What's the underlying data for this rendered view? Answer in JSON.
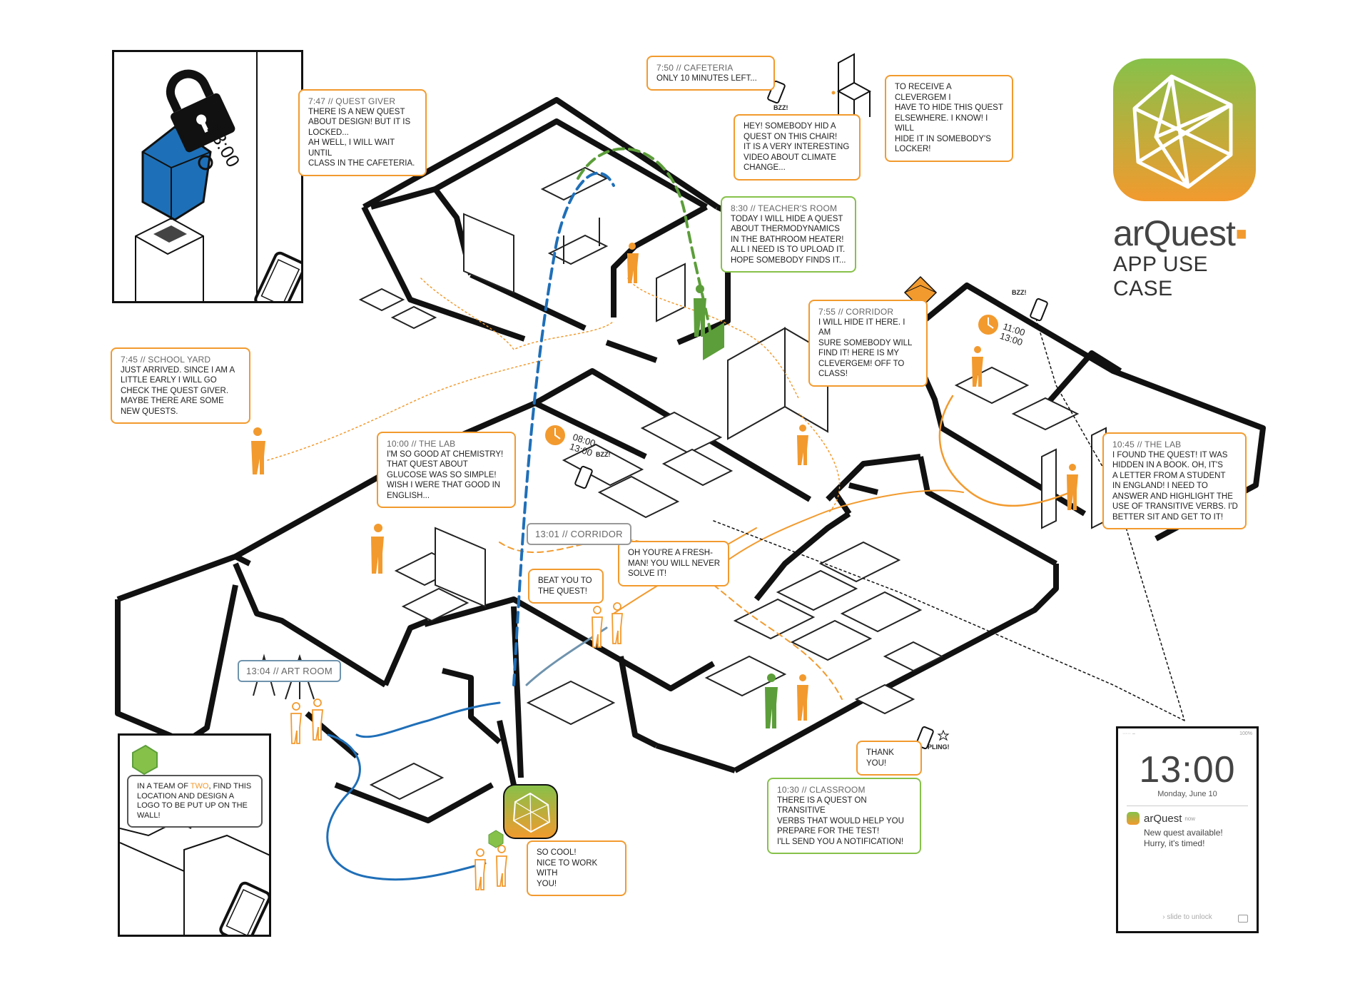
{
  "brand": {
    "wordmark": "arQuest",
    "subtitle": "APP USE CASE",
    "gradient": [
      "#86c14a",
      "#f29a2e"
    ]
  },
  "colors": {
    "orange": "#f29a2e",
    "green": "#86c14a",
    "blue": "#1f6fb8",
    "black": "#111111"
  },
  "icons": [
    "padlock-icon",
    "house-gem-icon",
    "smartphone-icon",
    "chair-icon",
    "beacon-icon",
    "clevergem-orange-icon",
    "clevergem-green-icon",
    "wall-clock-icon",
    "star-icon"
  ],
  "panels": {
    "top_left": {
      "clock": "13:00"
    },
    "bottom_left": {
      "task_prefix": "IN A TEAM OF ",
      "task_highlight": "TWO",
      "task_suffix": ", FIND THIS LOCATION AND DESIGN A LOGO TO BE PUT UP ON THE WALL!"
    }
  },
  "bubbles": [
    {
      "id": "quest-giver",
      "time": "7:47 // QUEST GIVER",
      "body": "THERE IS A NEW QUEST\nABOUT DESIGN! BUT IT IS\nLOCKED...\nAH WELL, I WILL WAIT UNTIL\nCLASS IN THE CAFETERIA."
    },
    {
      "id": "cafeteria",
      "time": "7:50 // CAFETERIA",
      "body": "ONLY 10 MINUTES LEFT..."
    },
    {
      "id": "chair",
      "time": "",
      "body": "HEY! SOMEBODY HID A\nQUEST ON THIS CHAIR!\nIT IS A VERY INTERESTING\nVIDEO ABOUT CLIMATE\nCHANGE..."
    },
    {
      "id": "clevergem-hide",
      "time": "",
      "body": "TO RECEIVE A CLEVERGEM I\nHAVE TO HIDE THIS QUEST\nELSEWHERE. I KNOW! I WILL\nHIDE IT IN SOMEBODY'S\nLOCKER!"
    },
    {
      "id": "teachers-room",
      "time": "8:30 // TEACHER'S ROOM",
      "body": "TODAY I WILL HIDE A QUEST\nABOUT THERMODYNAMICS\nIN THE BATHROOM HEATER!\nALL I NEED IS TO UPLOAD IT.\nHOPE SOMEBODY FINDS IT..."
    },
    {
      "id": "corridor-755",
      "time": "7:55 // CORRIDOR",
      "body": "I WILL HIDE IT HERE. I AM\nSURE SOMEBODY WILL\nFIND IT! HERE IS MY\nCLEVERGEM! OFF TO\nCLASS!"
    },
    {
      "id": "school-yard",
      "time": "7:45 // SCHOOL YARD",
      "body": "JUST ARRIVED. SINCE I AM A\nLITTLE EARLY I WILL GO\nCHECK THE QUEST GIVER.\nMAYBE THERE ARE SOME\nNEW QUESTS."
    },
    {
      "id": "lab-1000",
      "time": "10:00 // THE LAB",
      "body": "I'M SO GOOD AT CHEMISTRY!\nTHAT QUEST ABOUT\nGLUCOSE WAS SO SIMPLE!\nWISH I WERE THAT GOOD IN\nENGLISH..."
    },
    {
      "id": "lab-1045",
      "time": "10:45 // THE LAB",
      "body": "I FOUND THE QUEST! IT WAS\nHIDDEN IN A BOOK. OH, IT'S\nA LETTER FROM A STUDENT\nIN ENGLAND! I NEED TO\nANSWER AND HIGHLIGHT THE\nUSE OF TRANSITIVE VERBS. I'D\nBETTER SIT AND GET TO IT!"
    },
    {
      "id": "freshman",
      "time": "",
      "body": "OH YOU'RE A FRESH-\nMAN! YOU WILL NEVER\nSOLVE IT!"
    },
    {
      "id": "beat-you",
      "time": "",
      "body": "BEAT YOU TO\nTHE QUEST!"
    },
    {
      "id": "thank-you",
      "time": "",
      "body": "THANK YOU!"
    },
    {
      "id": "classroom",
      "time": "10:30 // CLASSROOM",
      "body": "THERE IS A QUEST ON TRANSITIVE\nVERBS THAT WOULD HELP YOU\nPREPARE FOR THE TEST!\nI'LL SEND YOU A NOTIFICATION!"
    },
    {
      "id": "so-cool",
      "time": "",
      "body": "SO COOL!\nNICE TO WORK WITH\nYOU!"
    }
  ],
  "labels": {
    "corridor_1301": "13:01 // CORRIDOR",
    "art_room": "13:04 // ART ROOM"
  },
  "sounds": {
    "bzz": "BZZ!",
    "pling": "PLING!"
  },
  "wall_clocks": {
    "lab": "08:00\n13:00",
    "right_room": "11:00\n13:00"
  },
  "lock_screen": {
    "status_left": "····· ⌢",
    "status_center": "",
    "status_right": "100%",
    "time": "13:00",
    "date": "Monday, June 10",
    "app_name": "arQuest",
    "when": "now",
    "message": "New quest available!\nHurry, it's timed!",
    "unlock_hint": "›   slide to unlock"
  }
}
